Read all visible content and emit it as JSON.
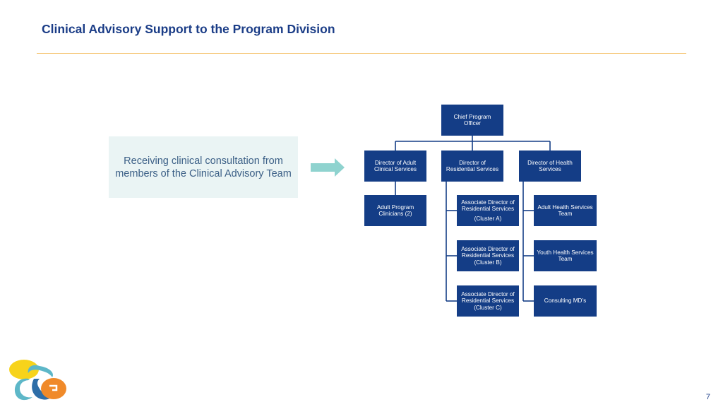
{
  "slide": {
    "title": "Clinical Advisory Support to the Program Division",
    "page_number": "7",
    "colors": {
      "title": "#1b3d87",
      "rule": "#f5c26b",
      "box": "#143d86",
      "callout_bg": "#eaf4f4",
      "arrow": "#8fd3cf"
    }
  },
  "callout": {
    "text": "Receiving clinical consultation from members of the Clinical Advisory Team"
  },
  "org": {
    "cpo": {
      "line1": "Chief Program",
      "line2": "Officer"
    },
    "dir_adult": {
      "line1": "Director of Adult",
      "line2": "Clinical Services"
    },
    "dir_res": {
      "line1": "Director of",
      "line2": "Residential Services"
    },
    "dir_health": {
      "line1": "Director of Health",
      "line2": "Services"
    },
    "adult_clinicians": {
      "line1": "Adult Program",
      "line2": "Clinicians (2)"
    },
    "assoc_a": {
      "line1": "Associate Director of",
      "line2": "Residential Services",
      "line3": "(Cluster A)"
    },
    "assoc_b": {
      "line1": "Associate Director of",
      "line2": "Residential Services",
      "line3": "(Cluster B)"
    },
    "assoc_c": {
      "line1": "Associate Director of",
      "line2": "Residential Services",
      "line3": "(Cluster C)"
    },
    "adult_health": {
      "line1": "Adult Health Services",
      "line2": "Team"
    },
    "youth_health": {
      "line1": "Youth Health Services",
      "line2": "Team"
    },
    "consulting": {
      "line1": "Consulting MD’s"
    }
  }
}
